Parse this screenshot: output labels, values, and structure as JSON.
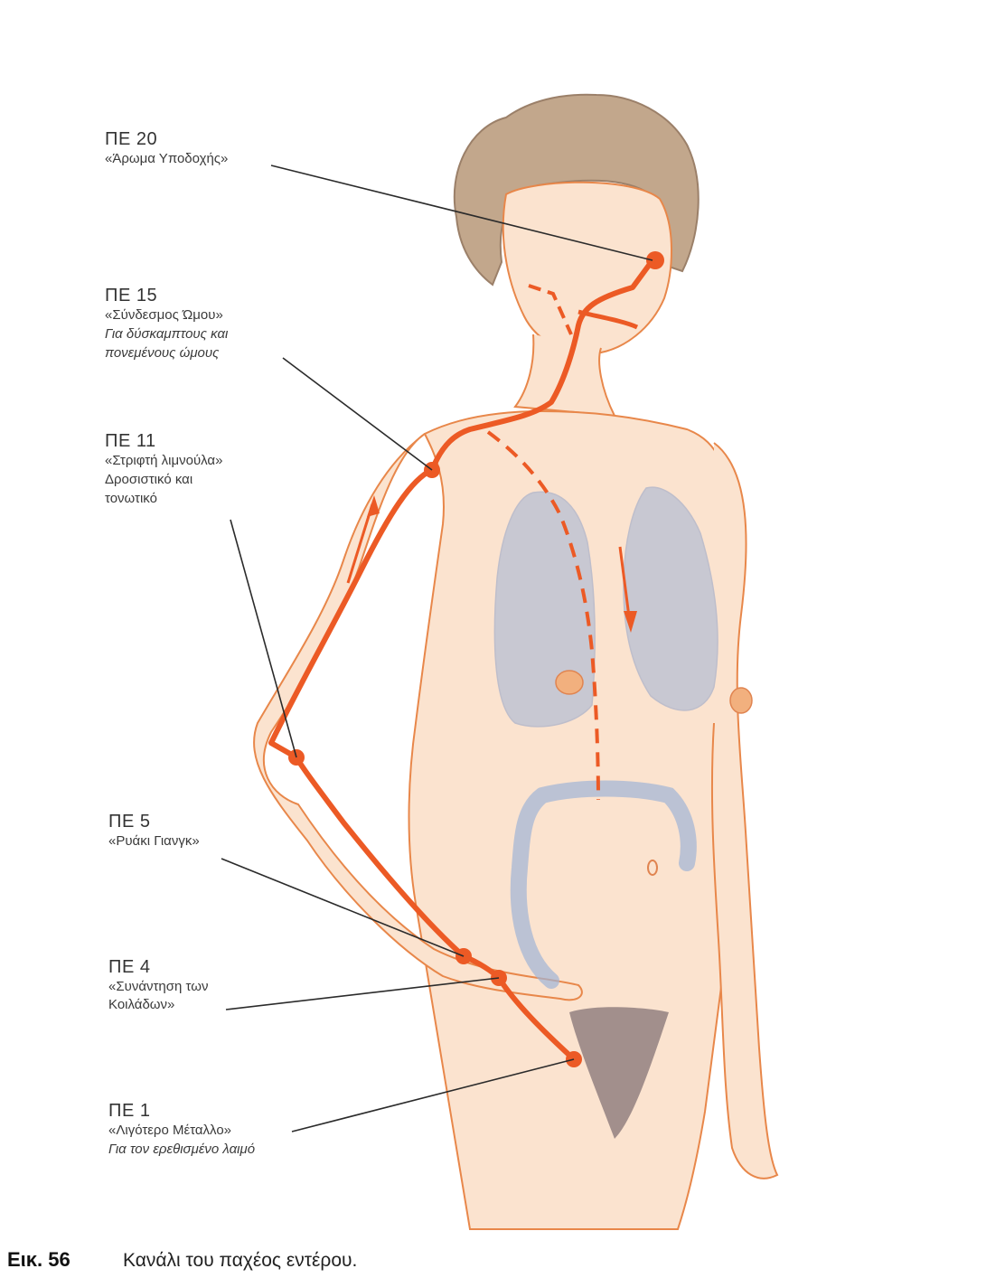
{
  "colors": {
    "skin_outline": "#e8874a",
    "skin_fill": "#fbe3cf",
    "hair": "#9c7a5c",
    "organ_blue": "#9fb3d6",
    "meridian": "#ec5a25",
    "leader_line": "#2b2b2b"
  },
  "points": [
    {
      "code": "ΠΕ 20",
      "name": "«Άρωμα Υποδοχής»"
    },
    {
      "code": "ΠΕ 15",
      "name": "«Σύνδεσμος Ώμου»",
      "note_1": "Για δύσκαμπτους και",
      "note_2": "πονεμένους ώμους"
    },
    {
      "code": "ΠΕ 11",
      "name": "«Στριφτή λιμνούλα»",
      "plain_1": "Δροσιστικό και",
      "plain_2": "τονωτικό"
    },
    {
      "code": "ΠΕ 5",
      "name": "«Ρυάκι Γιανγκ»"
    },
    {
      "code": "ΠΕ 4",
      "name_1": "«Συνάντηση των",
      "name_2": "Κοιλάδων»"
    },
    {
      "code": "ΠΕ 1",
      "name": "«Λιγότερο Μέταλλο»",
      "note": "Για τον ερεθισμένο λαιμό"
    }
  ],
  "caption": {
    "figure": "Εικ. 56",
    "text": "Κανάλι του παχέος εντέρου."
  }
}
